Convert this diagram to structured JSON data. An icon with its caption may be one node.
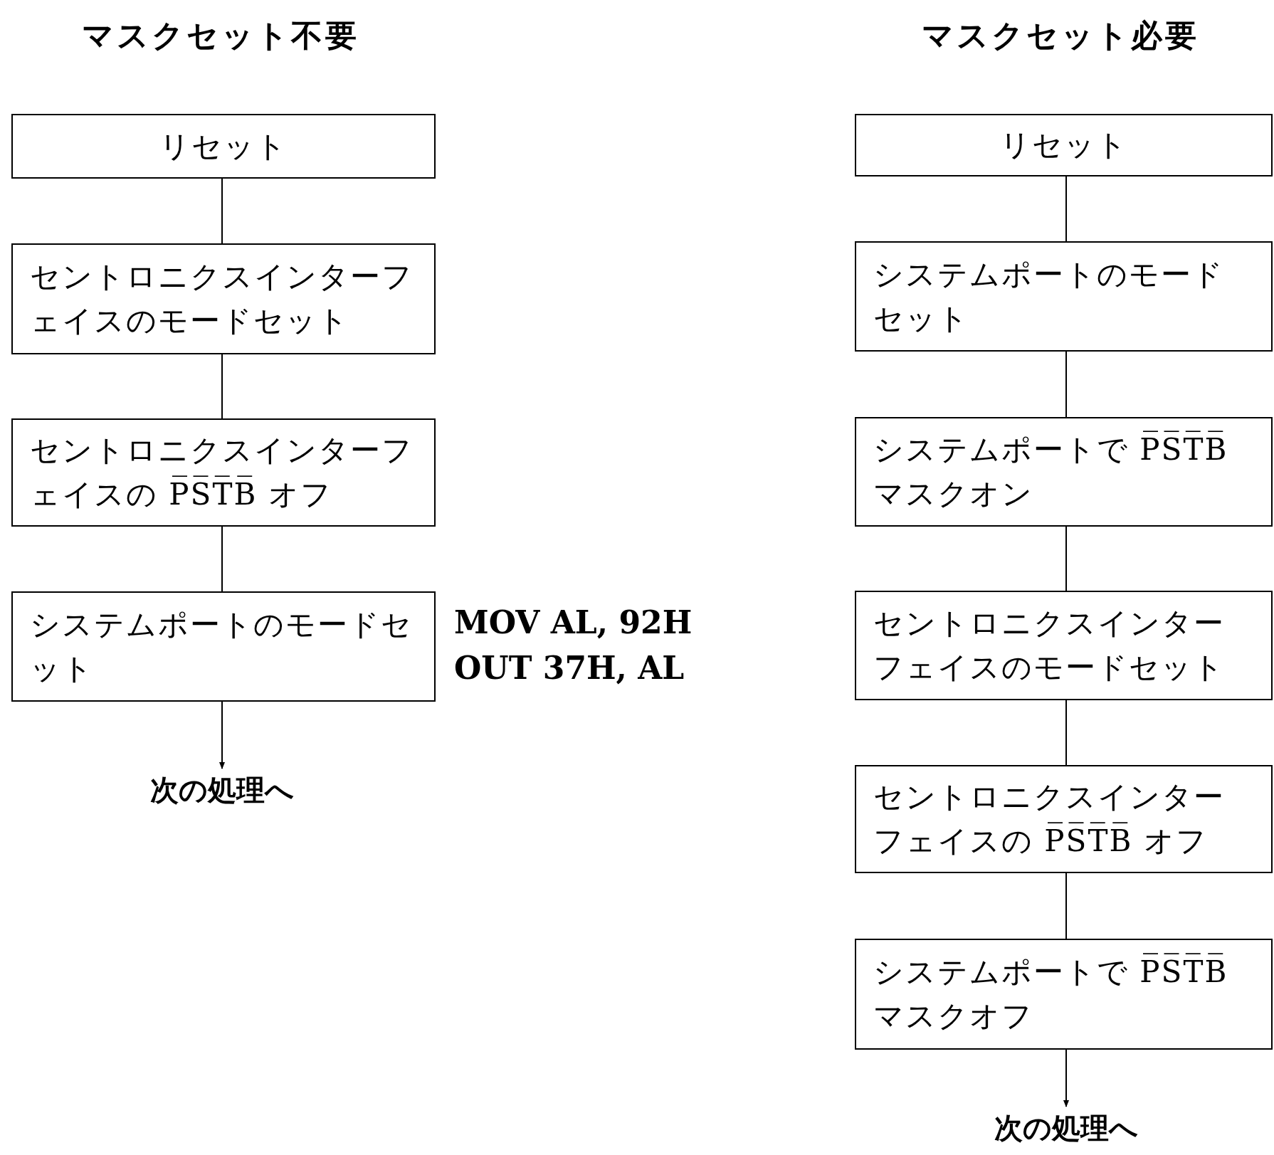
{
  "diagram": {
    "nodes": [
      {
        "text": [
          "リセット"
        ]
      },
      {
        "text": [
          "セントロニクスインターフェイスのモードセット"
        ]
      },
      {
        "text": [
          "セントロニクスインターフェイスの P̅S̅T̅B̅ オフ"
        ]
      },
      {
        "text": [
          "システムポートのモードセット"
        ],
        "beside": [
          "MOV AL, 92H",
          "OUT 37H, AL"
        ]
      },
      {
        "text": [
          "次の処理へ"
        ]
      },
      {
        "text": [
          "リセット"
        ]
      },
      {
        "text": [
          "システムポートのモードセット"
        ]
      },
      {
        "text": [
          "システムポートで P̅S̅T̅B̅ マスクオン"
        ]
      },
      {
        "text": [
          "セントロニクスインターフェイスのモードセット"
        ]
      },
      {
        "text": [
          "セントロニクスインターフェイスの P̅S̅T̅B̅ オフ"
        ]
      },
      {
        "text": [
          "システムポートで P̅S̅T̅B̅ マスクオフ"
        ]
      },
      {
        "text": [
          "次の処理へ"
        ]
      }
    ],
    "edges": [
      {
        "from": 0,
        "to": 1,
        "arrow": "none"
      },
      {
        "from": 1,
        "to": 2,
        "arrow": "none"
      },
      {
        "from": 2,
        "to": 3,
        "arrow": "none"
      },
      {
        "from": 3,
        "to": 4,
        "arrow": "to"
      },
      {
        "from": 5,
        "to": 6,
        "arrow": "none"
      },
      {
        "from": 6,
        "to": 7,
        "arrow": "none"
      },
      {
        "from": 7,
        "to": 8,
        "arrow": "none"
      },
      {
        "from": 8,
        "to": 9,
        "arrow": "none"
      },
      {
        "from": 9,
        "to": 10,
        "arrow": "none"
      },
      {
        "from": 10,
        "to": 11,
        "arrow": "to"
      }
    ],
    "labels": [
      "マスクセット不要",
      "マスクセット必要"
    ]
  }
}
